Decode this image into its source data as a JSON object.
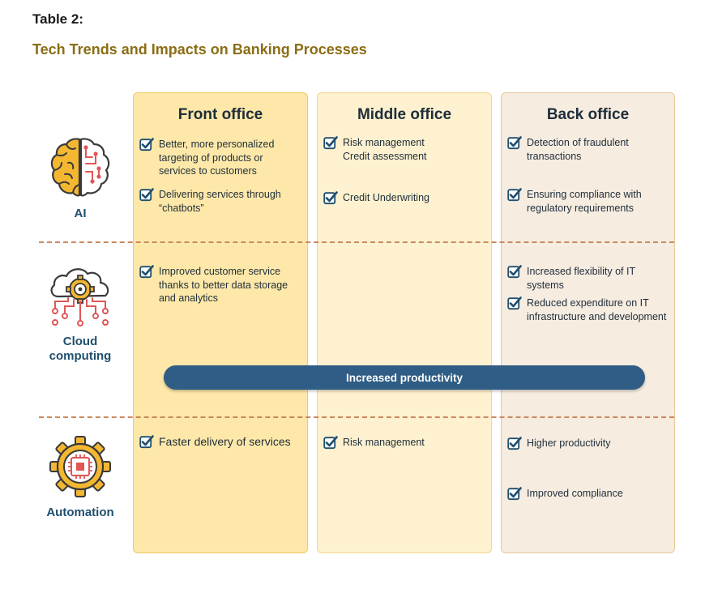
{
  "header": {
    "table_label": "Table 2:",
    "title": "Tech Trends and Impacts on Banking Processes"
  },
  "columns": {
    "front": "Front office",
    "middle": "Middle office",
    "back": "Back office"
  },
  "rows": {
    "ai": {
      "label": "AI"
    },
    "cloud": {
      "label_line1": "Cloud",
      "label_line2": "computing"
    },
    "automation": {
      "label": "Automation"
    }
  },
  "items": {
    "ai_front_1": "Better, more personalized targeting of products or services to customers",
    "ai_front_2": "Delivering services through “chatbots”",
    "ai_middle_1a": "Risk management",
    "ai_middle_1b": "Credit assessment",
    "ai_middle_2": "Credit Underwriting",
    "ai_back_1": "Detection of fraudulent transactions",
    "ai_back_2": "Ensuring compliance with regulatory requirements",
    "cloud_front_1": "Improved customer service thanks to better data storage and analytics",
    "cloud_back_1": "Increased flexibility of IT systems",
    "cloud_back_2": "Reduced expenditure on IT infrastructure and development",
    "auto_front_1": "Faster delivery of services",
    "auto_middle_1": "Risk management",
    "auto_back_1": "Higher productivity",
    "auto_back_2": "Improved compliance"
  },
  "banner": {
    "label": "Increased productivity"
  },
  "colors": {
    "title": "#8b6d14",
    "front_fill": "#fde8a9",
    "middle_fill": "#fdf1cf",
    "back_fill": "#f6ece0",
    "banner": "#2f5d85",
    "check": "#1f4e6e",
    "divider": "#c98a5f"
  },
  "icons": {
    "check": "checkbox-check-icon",
    "ai": "brain-circuit-icon",
    "cloud": "cloud-gear-network-icon",
    "automation": "gear-chip-icon"
  }
}
